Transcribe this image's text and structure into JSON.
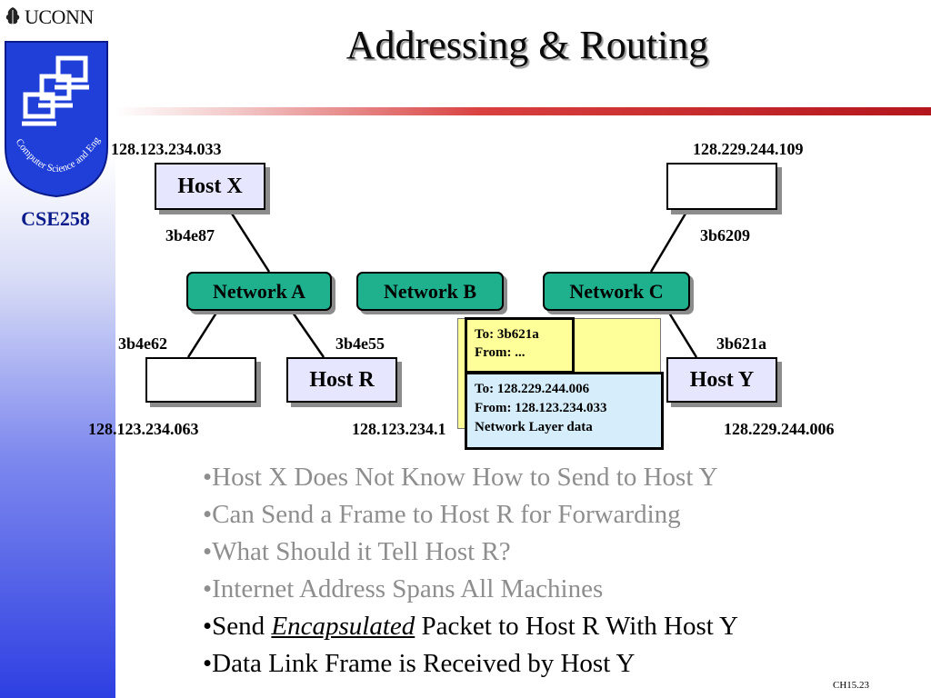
{
  "header": {
    "university": "UCONN",
    "course": "CSE258",
    "title": "Addressing & Routing",
    "logo_text": "Computer Science and Engineering"
  },
  "nodes": {
    "host_x": {
      "label": "Host X",
      "ip": "128.123.234.033",
      "mac": "3b4e87"
    },
    "host_right_top": {
      "label": "",
      "ip": "128.229.244.109",
      "mac": "3b6209"
    },
    "host_left_bottom": {
      "label": "",
      "ip": "128.123.234.063",
      "mac": "3b4e62"
    },
    "host_r": {
      "label": "Host R",
      "ip": "128.123.234.1",
      "mac": "3b4e55"
    },
    "host_y": {
      "label": "Host Y",
      "ip": "128.229.244.006",
      "mac": "3b621a"
    }
  },
  "networks": {
    "a": "Network A",
    "b": "Network B",
    "c": "Network C"
  },
  "frame": {
    "to": "To: 3b621a",
    "from": "From: ..."
  },
  "packet": {
    "to": "To: 128.229.244.006",
    "from": "From: 128.123.234.033",
    "data": "Network Layer data"
  },
  "bullets": {
    "b1": "•Host X Does Not Know How to Send to Host Y",
    "b2": "•Can Send a Frame to Host R for Forwarding",
    "b3": "•What Should it Tell Host R?",
    "b4": "•Internet Address Spans All Machines",
    "b5_prefix": "•Send ",
    "b5_emph": "Encapsulated",
    "b5_suffix": " Packet to Host R With Host Y",
    "b6": "•Data Link Frame is Received by Host Y"
  },
  "footer": {
    "slide_id": "CH15.23"
  },
  "colors": {
    "network": "#1fb08d",
    "host": "#e6e6ff",
    "frame": "#ffff99",
    "packet": "#d6eefc",
    "accent_bar": "#b3161c",
    "sidebar": "#2e3fe2"
  }
}
